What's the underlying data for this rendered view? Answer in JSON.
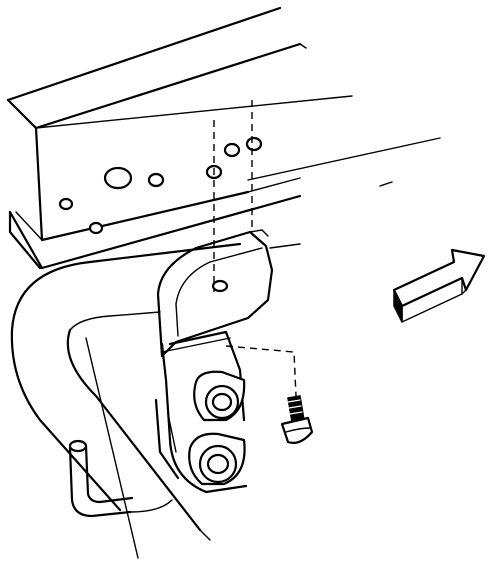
{
  "diagram": {
    "palette": {
      "ink": "#000000",
      "paper": "#ffffff"
    },
    "parts": [
      {
        "id": "frame-rail",
        "icon": "c-channel-rail"
      },
      {
        "id": "bracket",
        "icon": "mount-bracket"
      },
      {
        "id": "bushing-assembly",
        "icon": "rubber-bushing"
      },
      {
        "id": "bolt",
        "icon": "hex-bolt"
      },
      {
        "id": "hose",
        "icon": "bent-tube"
      },
      {
        "id": "direction-arrow",
        "icon": "forward-arrow"
      }
    ]
  }
}
